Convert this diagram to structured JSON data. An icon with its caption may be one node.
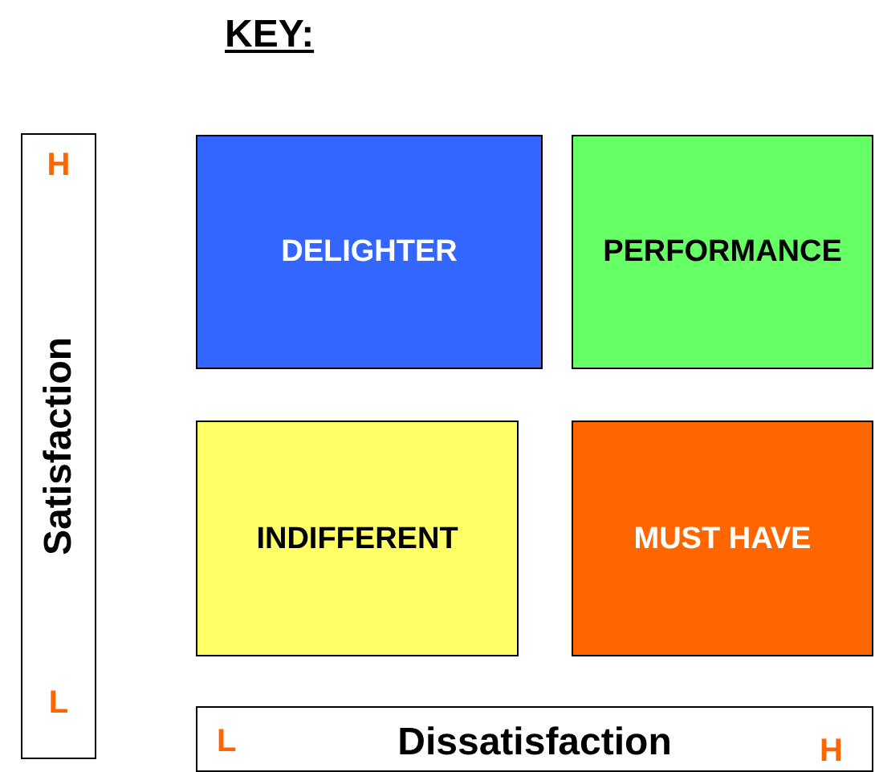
{
  "diagram": {
    "title": "KEY:",
    "nodes": [
      {
        "text": [
          "H",
          "Satisfaction",
          "L"
        ]
      },
      {
        "text": [
          "DELIGHTER"
        ]
      },
      {
        "text": [
          "PERFORMANCE"
        ]
      },
      {
        "text": [
          "INDIFFERENT"
        ]
      },
      {
        "text": [
          "MUST HAVE"
        ]
      },
      {
        "text": [
          "L",
          "Dissatisfaction",
          "H"
        ]
      }
    ],
    "edges": []
  }
}
